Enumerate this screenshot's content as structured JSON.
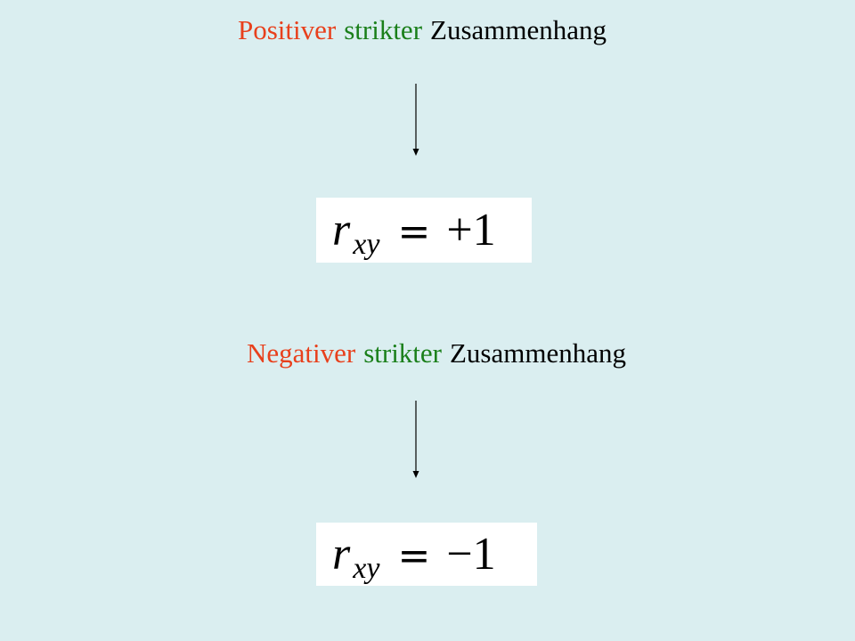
{
  "colors": {
    "background": "#daeef0",
    "red": "#e8401c",
    "green": "#1a7f1a",
    "black": "#000000"
  },
  "section_1": {
    "word_1": "Positiver",
    "word_2": "strikter",
    "word_3": "Zusammenhang",
    "formula": {
      "variable": "r",
      "subscript": "xy",
      "operator": "=",
      "value": "+1"
    }
  },
  "section_2": {
    "word_1": "Negativer",
    "word_2": "strikter",
    "word_3": "Zusammenhang",
    "formula": {
      "variable": "r",
      "subscript": "xy",
      "operator": "=",
      "value": "−1"
    }
  }
}
